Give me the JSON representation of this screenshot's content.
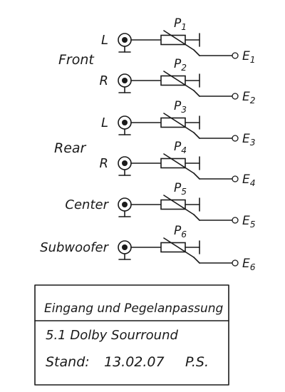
{
  "group_labels": {
    "front": "Front",
    "rear": "Rear"
  },
  "channels": [
    {
      "input": "L",
      "pot": "P1",
      "output": "E1"
    },
    {
      "input": "R",
      "pot": "P2",
      "output": "E2"
    },
    {
      "input": "L",
      "pot": "P3",
      "output": "E3"
    },
    {
      "input": "R",
      "pot": "P4",
      "output": "E4"
    },
    {
      "input": "Center",
      "pot": "P5",
      "output": "E5"
    },
    {
      "input": "Subwoofer",
      "pot": "P6",
      "output": "E6"
    }
  ],
  "title_block": {
    "line1": "Eingang und Pegelanpassung",
    "line2": "5.1 Dolby Sourround",
    "line3_label": "Stand:",
    "line3_date": "13.02.07",
    "line3_initials": "P.S."
  }
}
